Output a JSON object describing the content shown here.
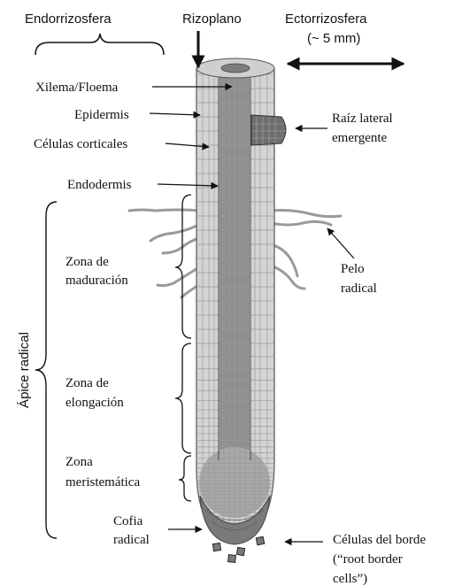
{
  "top_labels": {
    "endorrizosfera": "Endorrizosfera",
    "rizoplano": "Rizoplano",
    "ectorrizosfera_line1": "Ectorrizosfera",
    "ectorrizosfera_line2": "(~ 5 mm)"
  },
  "left_labels": {
    "xilema_floema": "Xilema/Floema",
    "epidermis": "Epidermis",
    "celulas_corticales": "Células corticales",
    "endodermis": "Endodermis"
  },
  "zones": {
    "maduracion_line1": "Zona de",
    "maduracion_line2": "maduración",
    "elongacion_line1": "Zona de",
    "elongacion_line2": "elongación",
    "meristematica_line1": "Zona",
    "meristematica_line2": "meristemática",
    "cofia_line1": "Cofia",
    "cofia_line2": "radical"
  },
  "side_label": "Ápice radical",
  "right_labels": {
    "raiz_lateral_line1": "Raíz lateral",
    "raiz_lateral_line2": "emergente",
    "pelo_line1": "Pelo",
    "pelo_line2": "radical",
    "celulas_borde_line1": "Células del borde",
    "celulas_borde_line2": "(“root border",
    "celulas_borde_line3": "cells”)"
  },
  "colors": {
    "root_fill": "#d4d4d4",
    "stele_fill": "#8c8c8c",
    "cap_fill": "#7a7a7a",
    "line": "#111111"
  }
}
